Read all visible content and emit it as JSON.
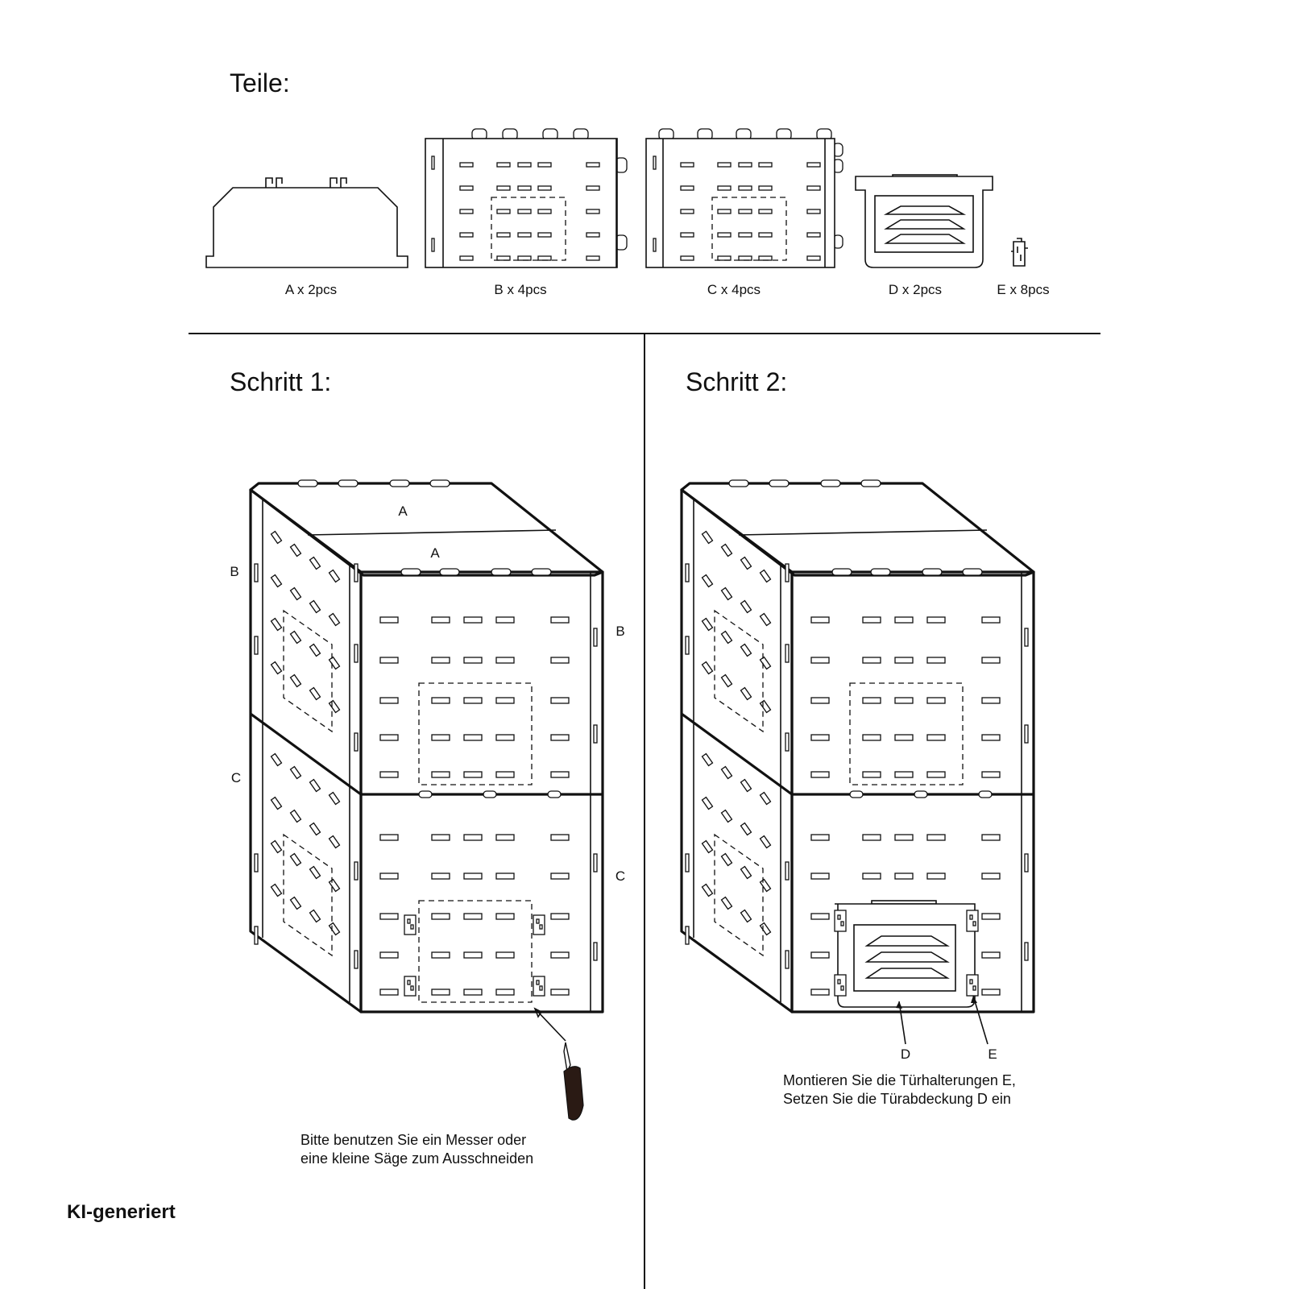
{
  "parts": {
    "title": "Teile:",
    "items": [
      {
        "id": "A",
        "label": "A x 2pcs"
      },
      {
        "id": "B",
        "label": "B x 4pcs"
      },
      {
        "id": "C",
        "label": "C x 4pcs"
      },
      {
        "id": "D",
        "label": "D x 2pcs"
      },
      {
        "id": "E",
        "label": "E x 8pcs"
      }
    ]
  },
  "step1": {
    "title": "Schritt 1:",
    "labels": {
      "top_back": "A",
      "top_front": "A",
      "left_upper": "B",
      "right_upper": "B",
      "left_lower": "C",
      "right_lower": "C"
    },
    "caption": [
      "Bitte benutzen Sie ein Messer oder",
      "eine kleine Säge zum Ausschneiden"
    ]
  },
  "step2": {
    "title": "Schritt 2:",
    "labels": {
      "door": "D",
      "holder": "E"
    },
    "caption": [
      "Montieren Sie die Türhalterungen E,",
      "Setzen Sie die Türabdeckung D ein"
    ]
  },
  "watermark": "KI-generiert",
  "colors": {
    "ink": "#111111",
    "background": "#ffffff",
    "knife_handle": "#2a1a14"
  }
}
